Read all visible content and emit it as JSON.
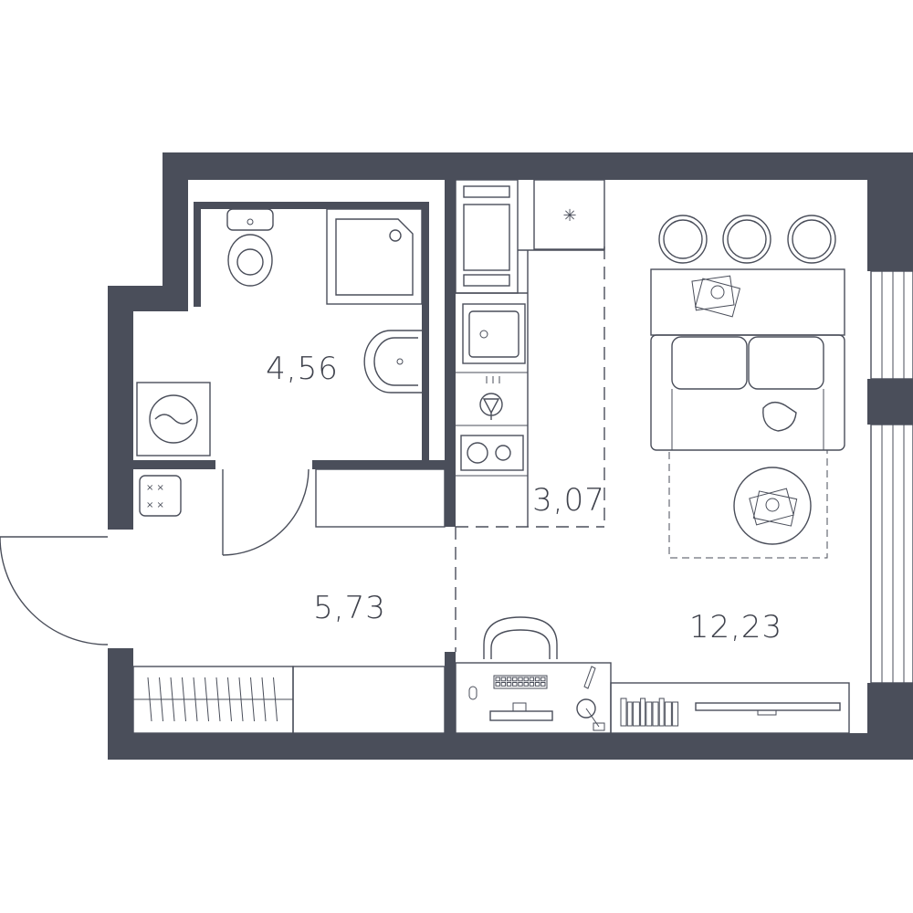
{
  "rooms": {
    "bathroom": {
      "area": "4,56"
    },
    "hall": {
      "area": "5,73"
    },
    "kitchen": {
      "area": "3,07"
    },
    "living": {
      "area": "12,23"
    }
  },
  "colors": {
    "wall": "#4a4e5a",
    "line": "#4a4e5a",
    "background": "#ffffff"
  },
  "icons": {
    "freezer": "snowflake-icon",
    "laundry": "washing-machine-icon"
  }
}
